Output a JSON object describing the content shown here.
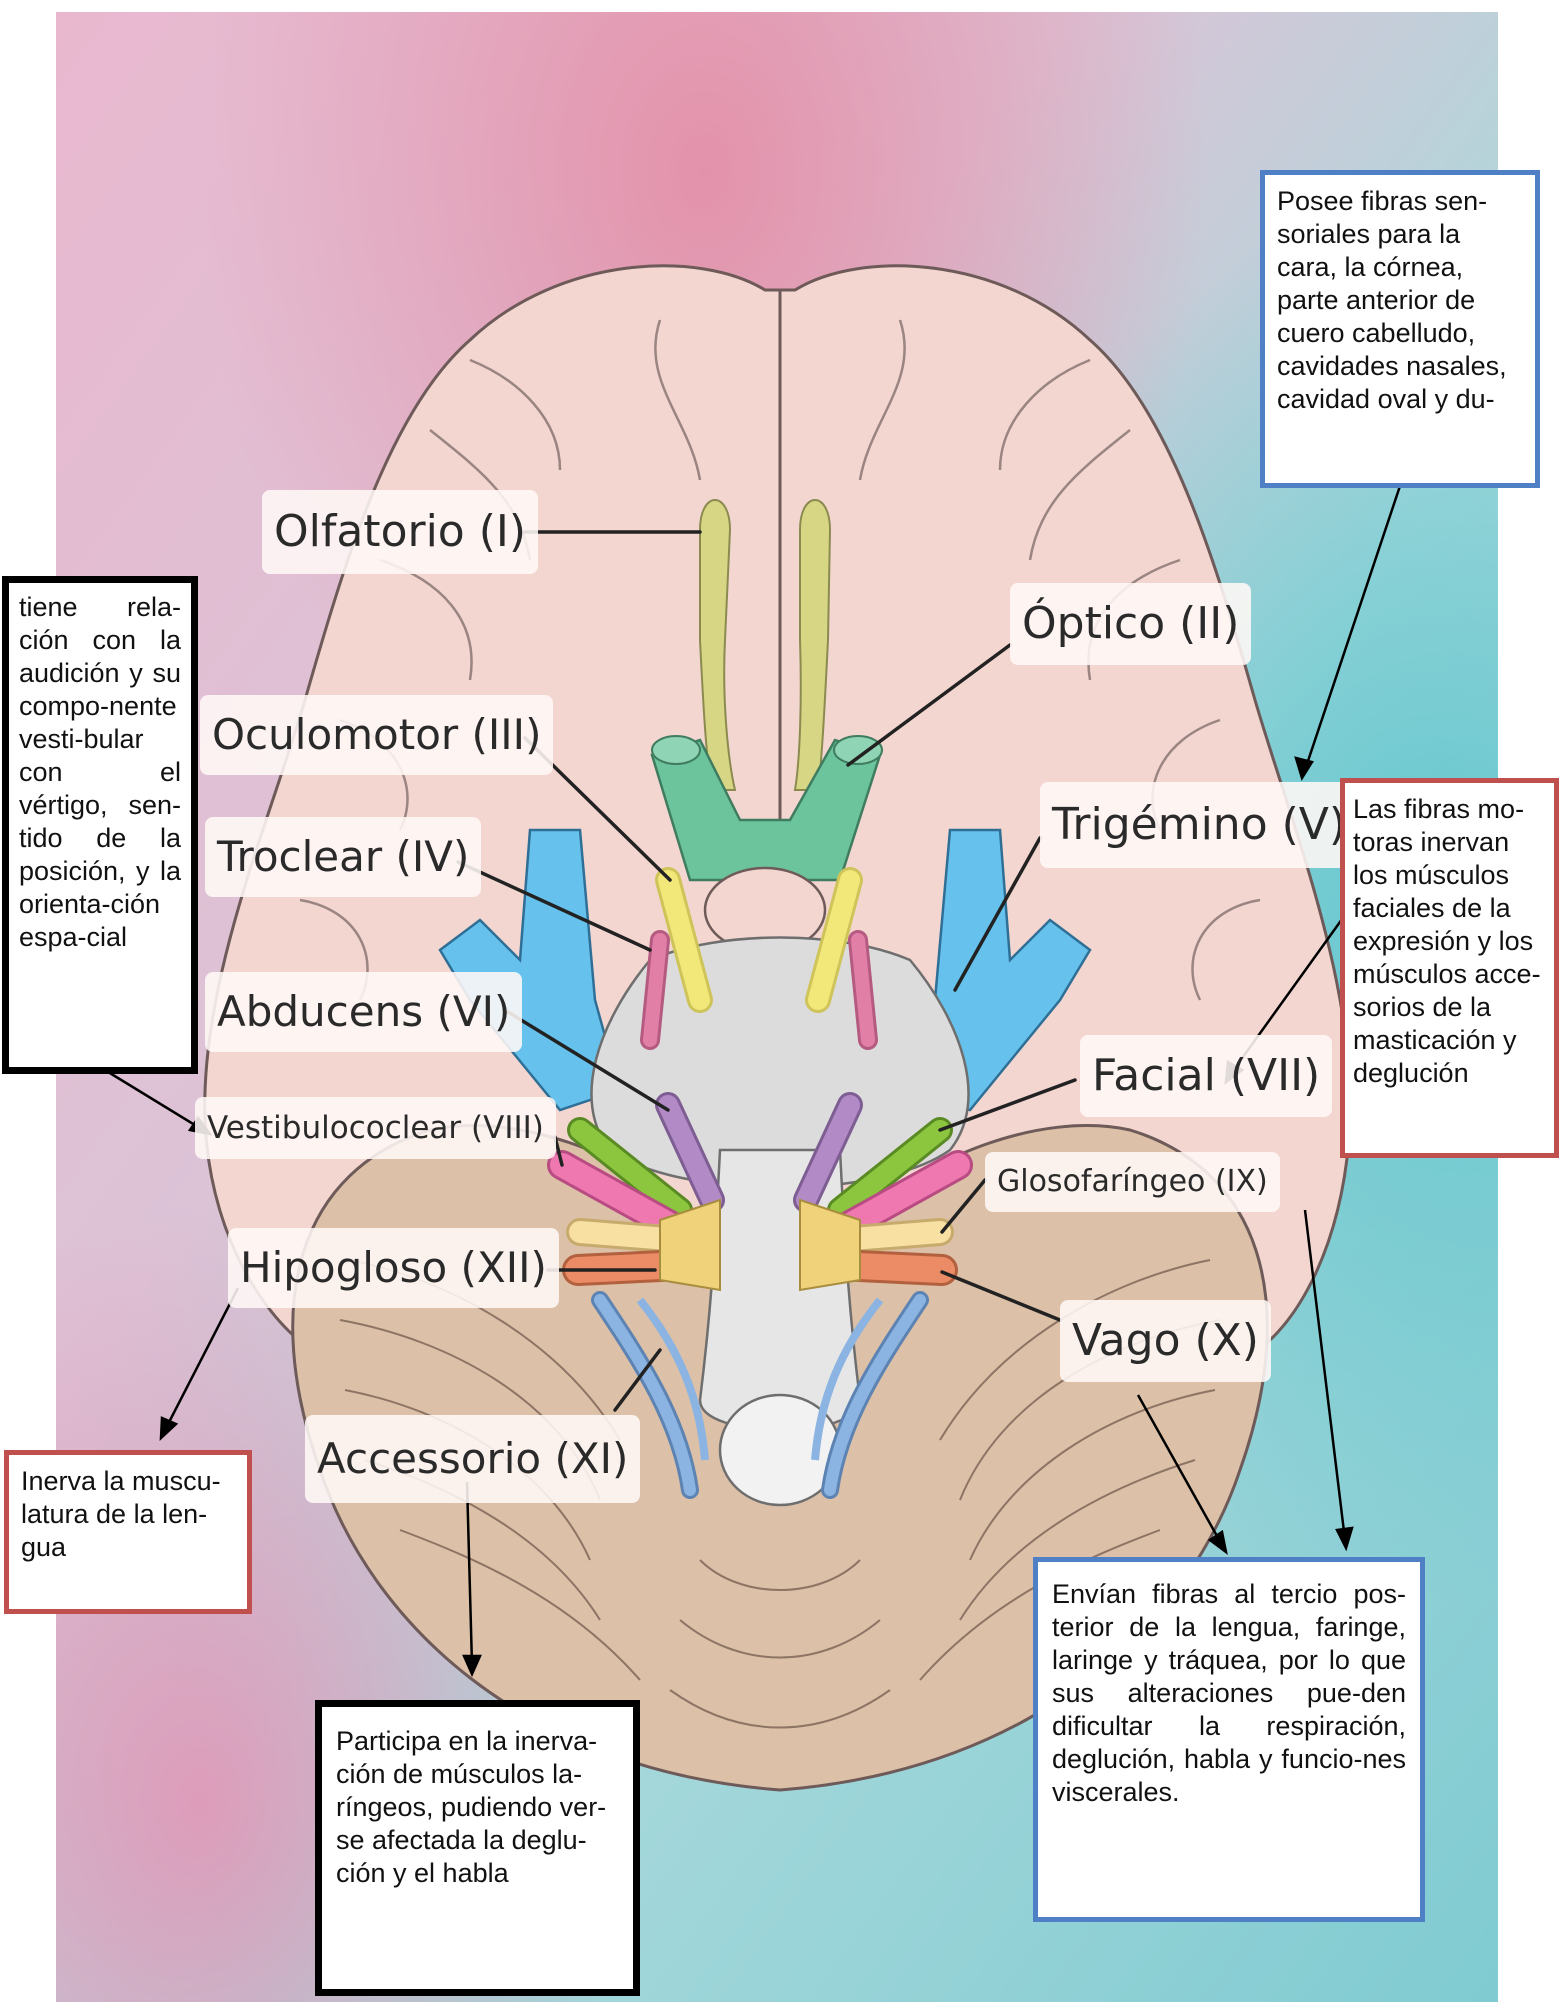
{
  "nerve_labels": {
    "olfatorio": "Olfatorio (I)",
    "optico": "Óptico (II)",
    "oculomotor": "Oculomotor (III)",
    "troclear": "Troclear (IV)",
    "trigemino": "Trigémino (V)",
    "abducens": "Abducens (VI)",
    "facial": "Facial (VII)",
    "vestibulococlear": "Vestibulococlear (VIII)",
    "glosofaringeo": "Glosofaríngeo (IX)",
    "hipogloso": "Hipogloso (XII)",
    "vago": "Vago (X)",
    "accessorio": "Accessorio (XI)"
  },
  "notes": {
    "trigemino": "Posee fibras sen-soriales para la cara, la córnea, parte anterior de cuero cabelludo, cavidades nasales, cavidad oval y du-",
    "vestibulococlear": "tiene rela-ción con la audición y su compo-nente vesti-bular con el vértigo, sen-tido de la posición, y la orienta-ción espa-cial",
    "facial": "Las fibras mo-toras inervan los músculos faciales de la expresión y los músculos acce-sorios de la masticación y deglución",
    "hipogloso": "Inerva la muscu-latura de la len-gua",
    "glosofaringeo_vago": "Envían fibras al tercio pos-terior de la lengua, faringe, laringe y tráquea, por lo que sus alteraciones pue-den dificultar la respiración, deglución, habla y funcio-nes viscerales.",
    "accessorio": "Participa en la inerva-ción de músculos la-ríngeos, pudiendo ver-se afectada la deglu-ción y el habla"
  },
  "colors": {
    "brain": "#f3d6d0",
    "cerebellum": "#dcc0a8",
    "brainstem": "#dcdcdc",
    "olfactory": "#d6d684",
    "optic": "#6cc49c",
    "trigeminal": "#66c2ec",
    "oculomotor": "#f2e87a",
    "trochlear": "#e27fa6",
    "abducens": "#b18ac6",
    "facial": "#8cc63f",
    "vestibulocochlear": "#ef78b0",
    "glossopharyngeal": "#f8dfa2",
    "vagus": "#ec8c66",
    "accessory": "#8cb4e2",
    "blue_border": "#4f7fc4",
    "red_border": "#c0504d"
  }
}
